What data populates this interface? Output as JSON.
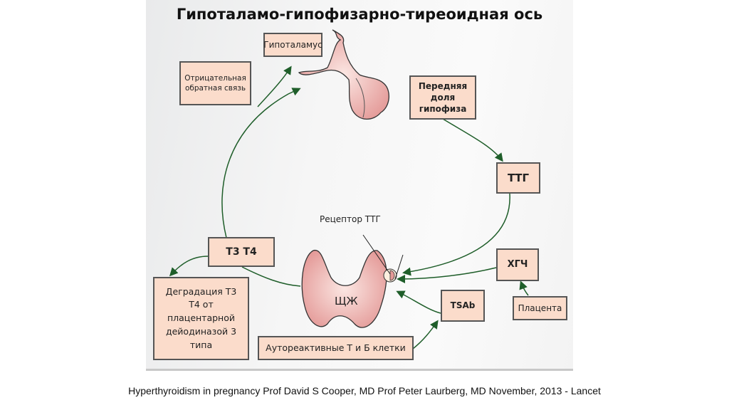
{
  "title": "Гипоталамо-гипофизарно-тиреоидная ось",
  "boxes": {
    "hypothalamus": "Гипоталамус",
    "negative_feedback": "Отрицательная обратная связь",
    "anterior_pituitary": "Передняя доля гипофиза",
    "tsh": "ТТГ",
    "t3t4": "Т3 Т4",
    "hcg": "ХГЧ",
    "degradation": "Деградация Т3 Т4 от плацентарной дейодиназой 3 типа",
    "tsab": "TSAb",
    "placenta": "Плацента",
    "autoreactive": "Аутореактивные Т и Б клетки"
  },
  "labels": {
    "tsh_receptor": "Рецептор ТТГ",
    "thyroid": "ЩЖ"
  },
  "colors": {
    "box_fill": "#fbdccb",
    "arrow": "#1f5e2a",
    "gland": "#e9a9a6"
  },
  "caption": "Hyperthyroidism in pregnancy Prof David S Cooper, MD Prof Peter Laurberg, MD November, 2013 - Lancet"
}
